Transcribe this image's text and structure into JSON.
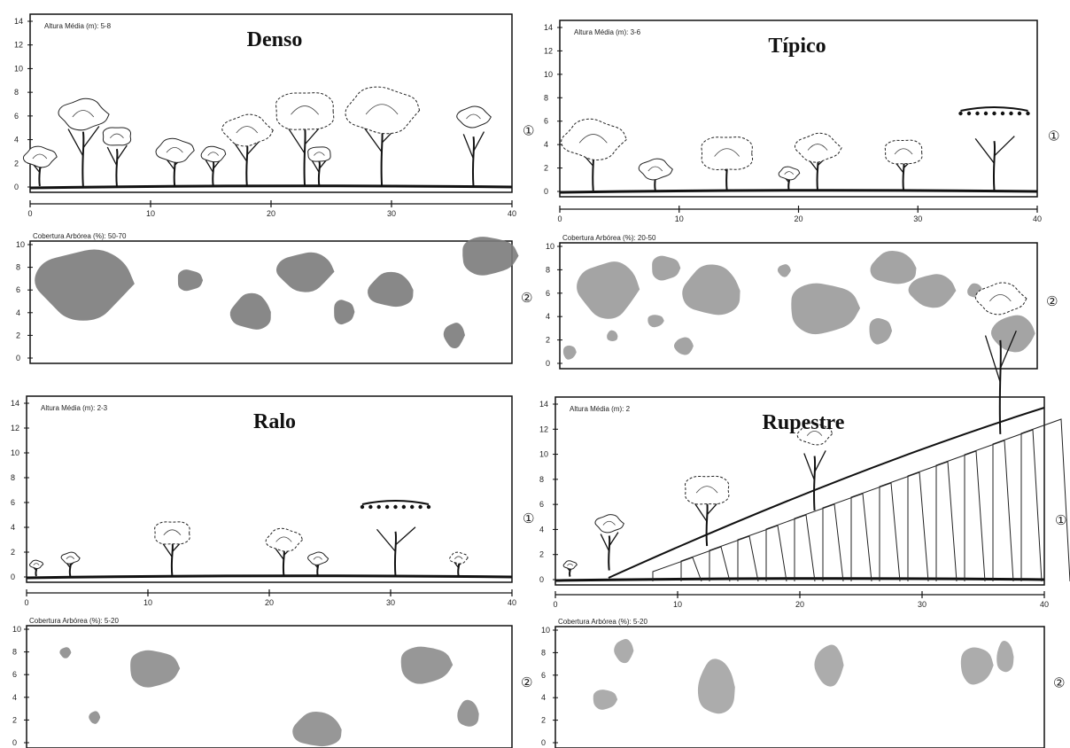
{
  "panels": [
    {
      "title": "Denso",
      "height_label": "Altura Média (m): 5-8",
      "cover_label": "Cobertura Arbórea (%): 50-70",
      "profile_y_ticks": [
        "0",
        "2",
        "4",
        "6",
        "8",
        "10",
        "12",
        "14"
      ],
      "x_ticks": [
        "0",
        "10",
        "20",
        "30",
        "40"
      ],
      "cover_y_ticks": [
        "0",
        "2",
        "4",
        "6",
        "8",
        "10"
      ],
      "marker_profile": "①",
      "marker_cover": "②",
      "canopy_tone": "#7b7b7b"
    },
    {
      "title": "Típico",
      "height_label": "Altura Média (m): 3-6",
      "cover_label": "Cobertura Arbórea (%): 20-50",
      "profile_y_ticks": [
        "0",
        "2",
        "4",
        "6",
        "8",
        "10",
        "12",
        "14"
      ],
      "x_ticks": [
        "0",
        "10",
        "20",
        "30",
        "40"
      ],
      "cover_y_ticks": [
        "0",
        "2",
        "4",
        "6",
        "8",
        "10"
      ],
      "marker_profile": "①",
      "marker_cover": "②",
      "canopy_tone": "#9a9a9a"
    },
    {
      "title": "Ralo",
      "height_label": "Altura Média (m): 2-3",
      "cover_label": "Cobertura Arbórea (%): 5-20",
      "profile_y_ticks": [
        "0",
        "2",
        "4",
        "6",
        "8",
        "10",
        "12",
        "14"
      ],
      "x_ticks": [
        "0",
        "10",
        "20",
        "30",
        "40"
      ],
      "cover_y_ticks": [
        "0",
        "2",
        "4",
        "6",
        "8",
        "10"
      ],
      "marker_profile": "①",
      "marker_cover": "②",
      "canopy_tone": "#8c8c8c"
    },
    {
      "title": "Rupestre",
      "height_label": "Altura Média (m): 2",
      "cover_label": "Cobertura Arbórea (%): 5-20",
      "profile_y_ticks": [
        "0",
        "2",
        "4",
        "6",
        "8",
        "10",
        "12",
        "14"
      ],
      "x_ticks": [
        "0",
        "10",
        "20",
        "30",
        "40"
      ],
      "cover_y_ticks": [
        "0",
        "2",
        "4",
        "6",
        "8",
        "10"
      ],
      "marker_profile": "①",
      "marker_cover": "②",
      "canopy_tone": "#a3a3a3"
    }
  ]
}
